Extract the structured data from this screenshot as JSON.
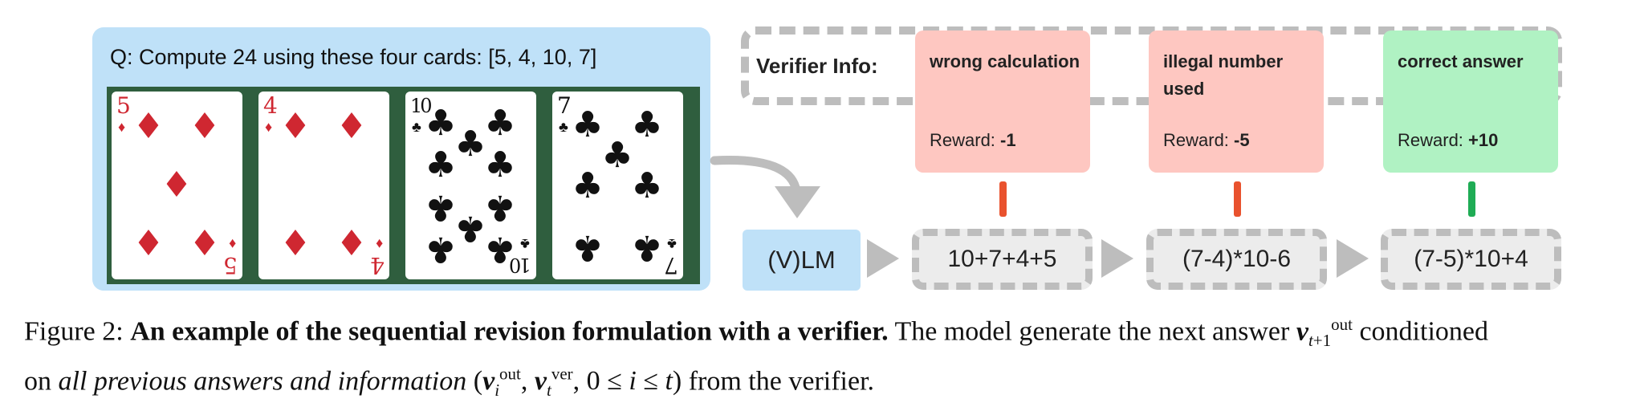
{
  "question": "Q: Compute 24 using these four cards: [5, 4, 10, 7]",
  "cards": [
    {
      "rank": "5",
      "suit": "♦",
      "color": "#cf2731"
    },
    {
      "rank": "4",
      "suit": "♦",
      "color": "#cf2731"
    },
    {
      "rank": "10",
      "suit": "♣",
      "color": "#111111"
    },
    {
      "rank": "7",
      "suit": "♣",
      "color": "#111111"
    }
  ],
  "verifier_label": "Verifier Info:",
  "verifier_cards": [
    {
      "title": "wrong calculation",
      "reward_label": "Reward:",
      "reward_value": "-1"
    },
    {
      "title": "illegal number used",
      "reward_label": "Reward:",
      "reward_value": "-5"
    },
    {
      "title": "correct answer",
      "reward_label": "Reward:",
      "reward_value": "+10"
    }
  ],
  "model_label": "(V)LM",
  "answers": [
    "10+7+4+5",
    "(7-4)*10-6",
    "(7-5)*10+4"
  ],
  "colors": {
    "wrong": "#fec7c1",
    "correct": "#b0f2c3",
    "connector_wrong": "#e9522e",
    "connector_correct": "#1fac55",
    "panel": "#bfe1f8"
  },
  "caption": {
    "figure_label": "Figure 2:",
    "title": "An example of the sequential revision formulation with a verifier.",
    "text1": "The model generate the next answer",
    "text2": "conditioned",
    "text3": "on",
    "italic": "all previous answers and information",
    "text4": "from the verifier."
  }
}
